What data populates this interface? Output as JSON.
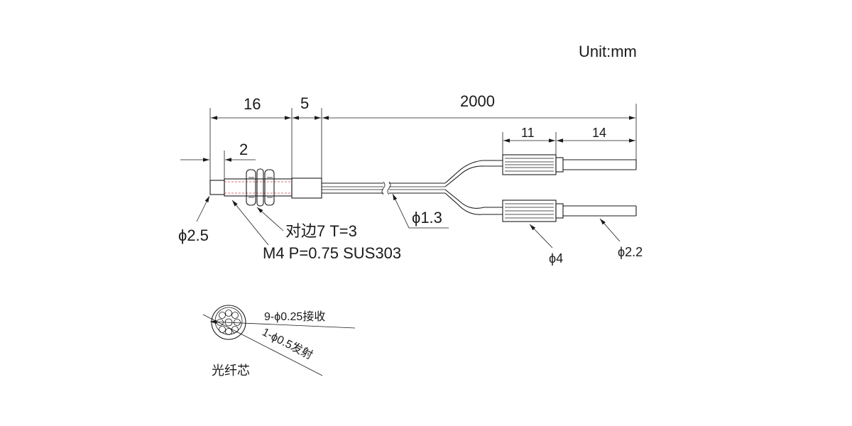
{
  "unit": "Unit:mm",
  "dimensions": {
    "d16": "16",
    "d5": "5",
    "d2000": "2000",
    "d2": "2",
    "d11": "11",
    "d14": "14"
  },
  "labels": {
    "tip_dia": "ϕ2.5",
    "thread": "M4 P=0.75 SUS303",
    "nut": "对边7 T=3",
    "cable_dia": "ϕ1.3",
    "sleeve_dia": "ϕ4",
    "end_dia": "ϕ2.2"
  },
  "core": {
    "receive": "9-ϕ0.25接收",
    "emit": "1-ϕ0.5发射",
    "title": "光纤芯"
  }
}
